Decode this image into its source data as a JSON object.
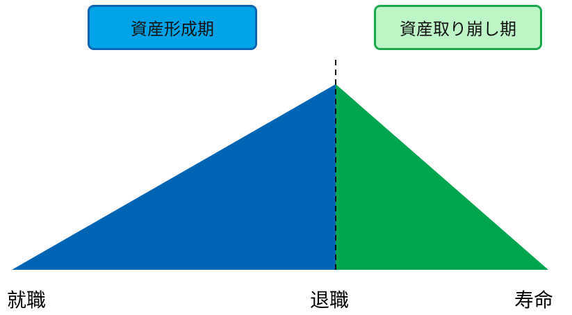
{
  "phases": [
    {
      "label": "資産形成期",
      "fill": "#00a3e8",
      "border": "#0c64b4"
    },
    {
      "label": "資産取り崩し期",
      "fill": "#bdf5c6",
      "border": "#19a84a"
    }
  ],
  "timeline": {
    "start": "就職",
    "retirement": "退職",
    "end": "寿命"
  },
  "shapes": {
    "accumulation_color": "#0064b4",
    "drawdown_color": "#00a64f",
    "divider": "dashed"
  }
}
